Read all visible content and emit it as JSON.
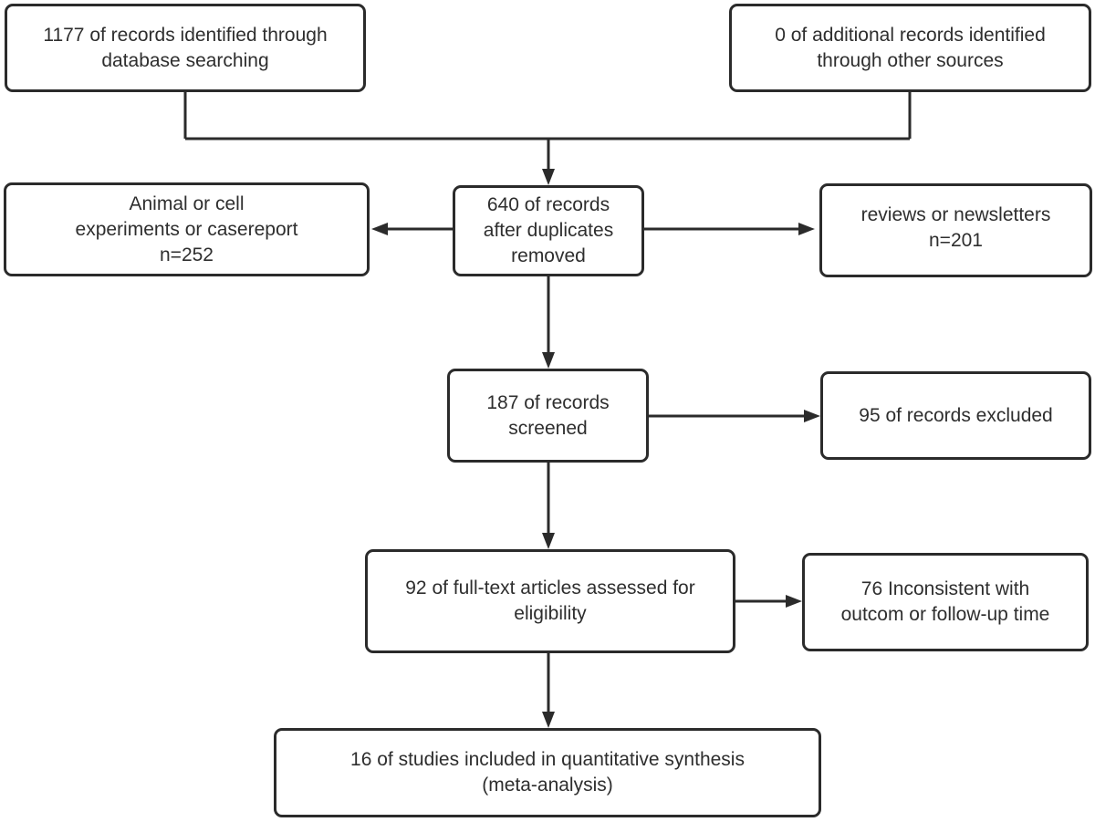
{
  "diagram": {
    "kind": "prisma-flowchart",
    "colors": {
      "background": "#ffffff",
      "box_fill": "#ffffff",
      "box_border": "#2b2b2b",
      "arrow": "#2b2b2b",
      "text": "#2e2e2e"
    },
    "nodes": {
      "records_identified": {
        "lines": [
          "1177 of records identified through",
          "database searching"
        ],
        "count": 1177
      },
      "additional_records": {
        "lines": [
          "0 of additional records identified",
          "through other sources"
        ],
        "count": 0
      },
      "after_duplicates": {
        "lines": [
          "640 of records",
          "after duplicates",
          "removed"
        ],
        "count": 640
      },
      "animal_excluded": {
        "lines": [
          "Animal or cell",
          "experiments or casereport",
          "n=252"
        ],
        "count": 252
      },
      "reviews_excluded": {
        "lines": [
          "reviews or newsletters",
          "n=201"
        ],
        "count": 201
      },
      "records_screened": {
        "lines": [
          "187 of records",
          "screened"
        ],
        "count": 187
      },
      "records_excluded": {
        "lines": [
          "95 of records excluded"
        ],
        "count": 95
      },
      "fulltext_assessed": {
        "lines": [
          "92 of full-text articles assessed for",
          "eligibility"
        ],
        "count": 92
      },
      "inconsistent_excluded": {
        "lines": [
          "76 Inconsistent with",
          "outcom or follow-up time"
        ],
        "count": 76
      },
      "included_synthesis": {
        "lines": [
          "16 of studies included in quantitative synthesis",
          "(meta-analysis)"
        ],
        "count": 16
      }
    },
    "edges": [
      {
        "from": "records_identified",
        "to": "after_duplicates"
      },
      {
        "from": "additional_records",
        "to": "after_duplicates"
      },
      {
        "from": "after_duplicates",
        "to": "animal_excluded"
      },
      {
        "from": "after_duplicates",
        "to": "reviews_excluded"
      },
      {
        "from": "after_duplicates",
        "to": "records_screened"
      },
      {
        "from": "records_screened",
        "to": "records_excluded"
      },
      {
        "from": "records_screened",
        "to": "fulltext_assessed"
      },
      {
        "from": "fulltext_assessed",
        "to": "inconsistent_excluded"
      },
      {
        "from": "fulltext_assessed",
        "to": "included_synthesis"
      }
    ]
  }
}
